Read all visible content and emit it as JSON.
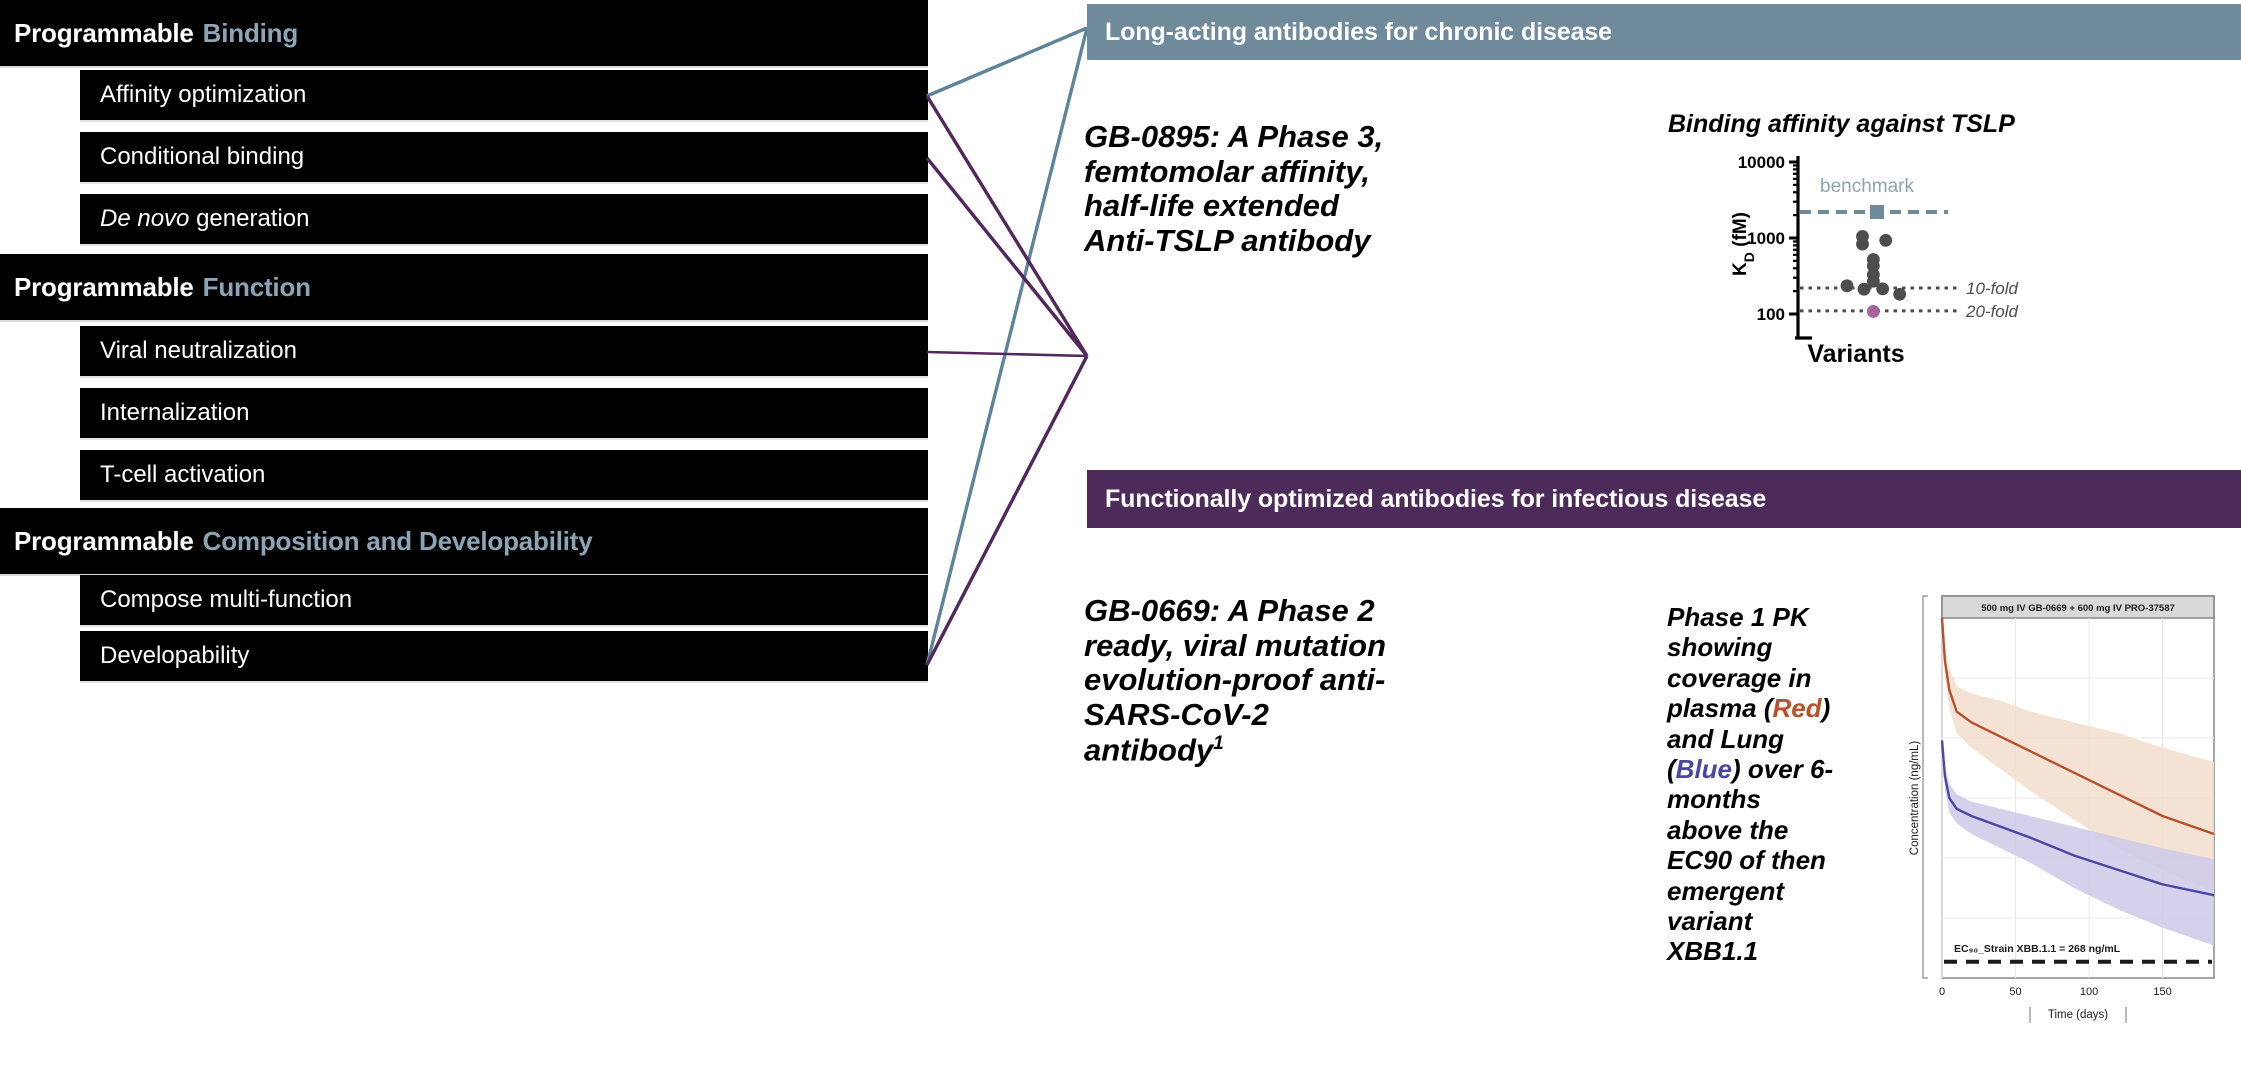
{
  "left_column": {
    "groups": [
      {
        "header_prefix": "Programmable",
        "header_accent": "Binding",
        "items": [
          {
            "label": "Affinity optimization",
            "italic_prefix": ""
          },
          {
            "label": "Conditional binding",
            "italic_prefix": ""
          },
          {
            "label": "generation",
            "italic_prefix": "De novo"
          }
        ]
      },
      {
        "header_prefix": "Programmable",
        "header_accent": "Function",
        "items": [
          {
            "label": "Viral neutralization",
            "italic_prefix": ""
          },
          {
            "label": "Internalization",
            "italic_prefix": ""
          },
          {
            "label": "T-cell activation",
            "italic_prefix": ""
          }
        ]
      },
      {
        "header_prefix": "Programmable",
        "header_accent": "Composition and Developability",
        "items": [
          {
            "label": "Compose multi-function",
            "italic_prefix": ""
          },
          {
            "label": "Developability",
            "italic_prefix": ""
          }
        ]
      }
    ]
  },
  "panels": [
    {
      "header": "Long-acting antibodies for chronic disease",
      "header_color": "#6e8a9b",
      "lede": "GB-0895: A Phase 3,\nfemtomolar affinity,\nhalf-life extended\nAnti-TSLP antibody",
      "figure_title": "Binding affinity against TSLP"
    },
    {
      "header": "Functionally optimized antibodies for infectious disease",
      "header_color": "#4c2a5a",
      "lede": "GB-0669: A Phase 2\nready, viral mutation\nevolution-proof anti-\nSARS-CoV-2\nantibody",
      "lede_superscript": "1",
      "caption_parts": {
        "p1": "Phase 1 PK showing coverage in plasma (",
        "red": "Red",
        "p2": ") and Lung (",
        "blue": "Blue",
        "p3": ") over 6-months above the EC90 of then emergent variant XBB1.1"
      }
    }
  ],
  "colors": {
    "accent_slate": "#8ca5b5",
    "teal_header": "#6e8a9b",
    "purple_header": "#4c2a5a",
    "connector_teal": "#5d8499",
    "connector_purple": "#51275c",
    "plasma_red": "#b8502a",
    "lung_blue": "#4a47a3",
    "variant_pink": "#a8629c",
    "dot_gray": "#4d4d4d"
  },
  "chart_data": [
    {
      "type": "scatter",
      "title": "Binding affinity against TSLP",
      "xlabel": "Variants",
      "ylabel": "K_D (fM)",
      "yscale": "log",
      "ylim": [
        100,
        10000
      ],
      "ytick_labels": [
        "10000",
        "1000",
        "100"
      ],
      "ytick_values": [
        10000,
        1000,
        100
      ],
      "annotations": [
        {
          "label": "benchmark",
          "value": 2200,
          "style": "dashed",
          "color": "#6e8a9b",
          "marker": "square"
        },
        {
          "label": "10-fold",
          "value": 220,
          "style": "dotted",
          "color": "#4d4d4d"
        },
        {
          "label": "20-fold",
          "value": 110,
          "style": "dotted",
          "color": "#4d4d4d"
        }
      ],
      "points": [
        {
          "x": 0.3,
          "y": 1050,
          "color": "#4d4d4d"
        },
        {
          "x": 0.3,
          "y": 830,
          "color": "#4d4d4d"
        },
        {
          "x": 0.45,
          "y": 930,
          "color": "#4d4d4d"
        },
        {
          "x": 0.37,
          "y": 520,
          "color": "#4d4d4d"
        },
        {
          "x": 0.37,
          "y": 430,
          "color": "#4d4d4d"
        },
        {
          "x": 0.37,
          "y": 330,
          "color": "#4d4d4d"
        },
        {
          "x": 0.37,
          "y": 270,
          "color": "#4d4d4d"
        },
        {
          "x": 0.2,
          "y": 235,
          "color": "#4d4d4d"
        },
        {
          "x": 0.31,
          "y": 212,
          "color": "#4d4d4d"
        },
        {
          "x": 0.43,
          "y": 214,
          "color": "#4d4d4d"
        },
        {
          "x": 0.54,
          "y": 182,
          "color": "#4d4d4d"
        },
        {
          "x": 0.37,
          "y": 108,
          "color": "#a8629c"
        }
      ]
    },
    {
      "type": "line",
      "title": "500 mg IV GB-0669 + 600 mg IV PRO-37587",
      "xlabel": "Time (days)",
      "ylabel": "Concentration (ng/mL)",
      "yscale": "log",
      "xlim": [
        0,
        185
      ],
      "xtick_labels": [
        "0",
        "50",
        "100",
        "150"
      ],
      "xtick_values": [
        0,
        50,
        100,
        150
      ],
      "threshold": {
        "label": "EC₉₀_Strain XBB.1.1 = 268 ng/mL",
        "value": 268,
        "style": "dashed",
        "color": "#1a1a1a"
      },
      "series": [
        {
          "name": "plasma",
          "color": "#b8502a",
          "band_color": "#f2ddcc",
          "x": [
            0,
            2,
            5,
            10,
            20,
            40,
            60,
            90,
            120,
            150,
            185
          ],
          "y": [
            100,
            88,
            80,
            74,
            71,
            67,
            63,
            57,
            51,
            45,
            40
          ],
          "y_low": [
            100,
            84,
            75,
            68,
            64,
            58,
            52,
            44,
            36,
            30,
            24
          ],
          "y_high": [
            100,
            92,
            86,
            81,
            79,
            77,
            74,
            71,
            68,
            64,
            60
          ]
        },
        {
          "name": "lung",
          "color": "#4a47a3",
          "band_color": "#ccc9e8",
          "x": [
            0,
            2,
            5,
            10,
            20,
            40,
            60,
            90,
            120,
            150,
            185
          ],
          "y": [
            66,
            56,
            50,
            47,
            45,
            42,
            39,
            34,
            30,
            26,
            23
          ],
          "y_low": [
            66,
            53,
            46,
            43,
            40,
            36,
            32,
            25,
            19,
            14,
            9
          ],
          "y_high": [
            66,
            59,
            54,
            51,
            49,
            47,
            45,
            42,
            39,
            36,
            33
          ]
        }
      ]
    }
  ]
}
